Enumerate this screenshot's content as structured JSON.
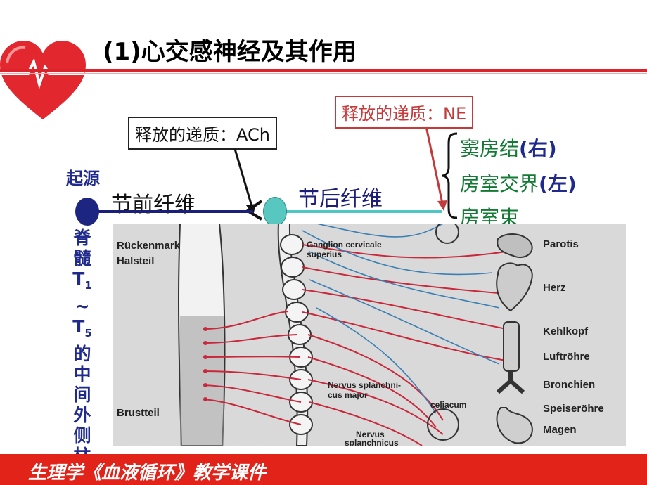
{
  "title": "(1)心交感神经及其作用",
  "labels": {
    "transmitter_pre": "释放的递质：ACh",
    "transmitter_post": "释放的递质：NE",
    "origin": "起源",
    "preganglionic": "节前纤维",
    "postganglionic": "节后纤维",
    "spinal_origin": [
      "脊",
      "髓",
      "T1",
      "~",
      "T5",
      "的",
      "中",
      "间",
      "外",
      "侧",
      "柱"
    ]
  },
  "targets": [
    {
      "name": "窦房结",
      "side": "(右)"
    },
    {
      "name": "房室交界",
      "side": "(左)"
    },
    {
      "name": "房室束",
      "side": ""
    }
  ],
  "illustration": {
    "left_labels": [
      "Rückenmark",
      "Halsteil",
      "Brustteil"
    ],
    "center_labels": [
      "Ganglion cervicale",
      "superius",
      "Nervus splanchni-",
      "cus major",
      "Nervus",
      "splanchnicus",
      "celiacum"
    ],
    "right_labels": [
      "Parotis",
      "Herz",
      "Kehlkopf",
      "Luftröhre",
      "Bronchien",
      "Speiseröhre",
      "Magen"
    ]
  },
  "footer": "生理学《血液循环》教学课件",
  "colors": {
    "accent_red": "#e2231a",
    "nerve_pre": "#1b1f7a",
    "nerve_post": "#4fc6c3",
    "target_green": "#127a33"
  }
}
